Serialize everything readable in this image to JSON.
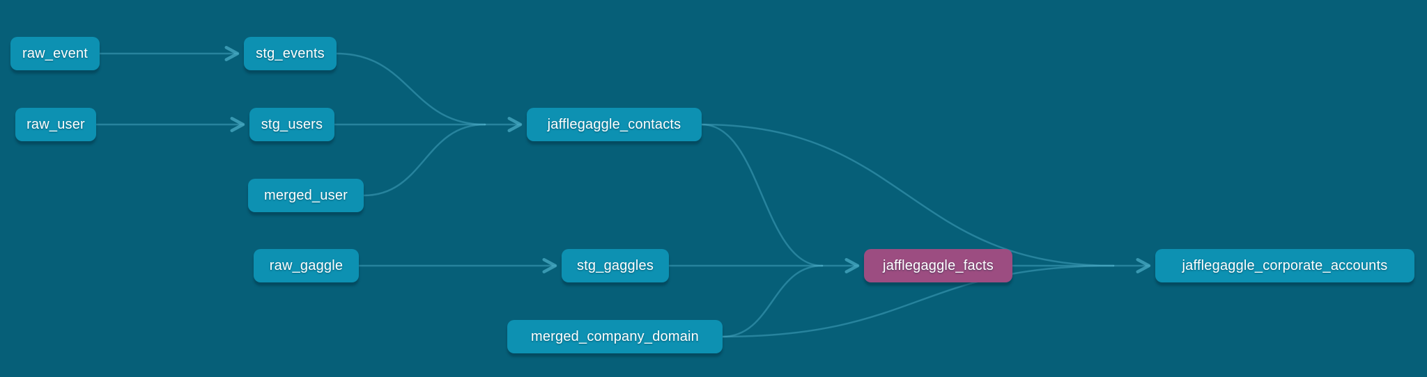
{
  "colors": {
    "background": "#065f78",
    "node": "#0d91b2",
    "node_selected": "#9c4d81",
    "edge": "#4fb0c9",
    "text": "#ffffff"
  },
  "graph": {
    "nodes": [
      {
        "id": "raw_event",
        "label": "raw_event",
        "variant": "model"
      },
      {
        "id": "stg_events",
        "label": "stg_events",
        "variant": "model"
      },
      {
        "id": "raw_user",
        "label": "raw_user",
        "variant": "model"
      },
      {
        "id": "stg_users",
        "label": "stg_users",
        "variant": "model"
      },
      {
        "id": "merged_user",
        "label": "merged_user",
        "variant": "model"
      },
      {
        "id": "jafflegaggle_contacts",
        "label": "jafflegaggle_contacts",
        "variant": "model"
      },
      {
        "id": "raw_gaggle",
        "label": "raw_gaggle",
        "variant": "model"
      },
      {
        "id": "stg_gaggles",
        "label": "stg_gaggles",
        "variant": "model"
      },
      {
        "id": "merged_company_domain",
        "label": "merged_company_domain",
        "variant": "model"
      },
      {
        "id": "jafflegaggle_facts",
        "label": "jafflegaggle_facts",
        "variant": "selected"
      },
      {
        "id": "jafflegaggle_corporate_accounts",
        "label": "jafflegaggle_corporate_accounts",
        "variant": "model"
      }
    ],
    "edges": [
      {
        "from": "raw_event",
        "to": "stg_events"
      },
      {
        "from": "raw_user",
        "to": "stg_users"
      },
      {
        "from": "raw_gaggle",
        "to": "stg_gaggles"
      },
      {
        "from": "stg_events",
        "to": "jafflegaggle_contacts"
      },
      {
        "from": "stg_users",
        "to": "jafflegaggle_contacts"
      },
      {
        "from": "merged_user",
        "to": "jafflegaggle_contacts"
      },
      {
        "from": "stg_gaggles",
        "to": "jafflegaggle_facts"
      },
      {
        "from": "jafflegaggle_contacts",
        "to": "jafflegaggle_facts"
      },
      {
        "from": "merged_company_domain",
        "to": "jafflegaggle_facts"
      },
      {
        "from": "jafflegaggle_facts",
        "to": "jafflegaggle_corporate_accounts"
      },
      {
        "from": "jafflegaggle_contacts",
        "to": "jafflegaggle_corporate_accounts"
      },
      {
        "from": "merged_company_domain",
        "to": "jafflegaggle_corporate_accounts"
      }
    ]
  }
}
